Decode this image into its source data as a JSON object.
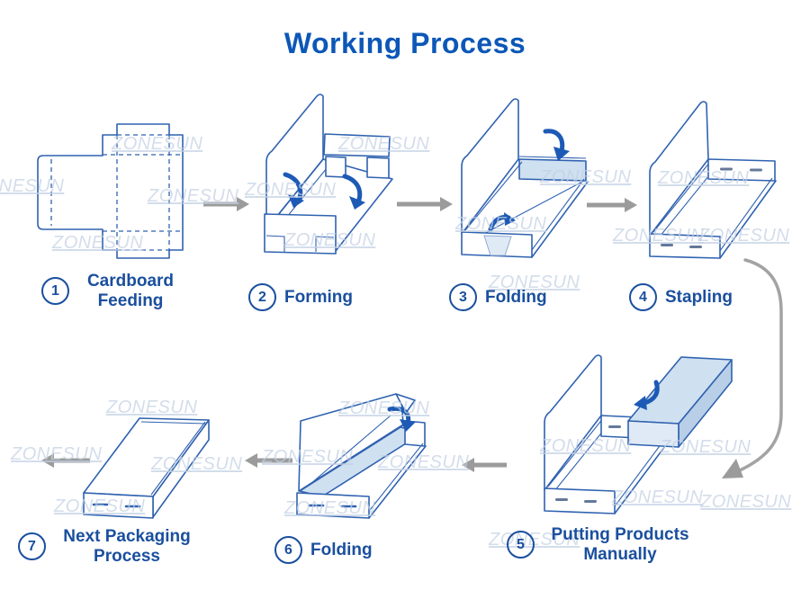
{
  "title": "Working Process",
  "watermark_text": "ZONESUN",
  "colors": {
    "title_blue": "#0c57b8",
    "label_blue": "#1a4f9e",
    "line_blue": "#2f62b0",
    "light_fill": "#cfe0f1",
    "gray_arrow": "#9b9b9b",
    "staple_gray": "#64799a",
    "watermark": "#c3d0e4"
  },
  "steps": [
    {
      "number": "1",
      "label": "Cardboard Feeding"
    },
    {
      "number": "2",
      "label": "Forming"
    },
    {
      "number": "3",
      "label": "Folding"
    },
    {
      "number": "4",
      "label": "Stapling"
    },
    {
      "number": "5",
      "label": "Putting Products Manually"
    },
    {
      "number": "6",
      "label": "Folding"
    },
    {
      "number": "7",
      "label": "Next Packaging Process"
    }
  ]
}
